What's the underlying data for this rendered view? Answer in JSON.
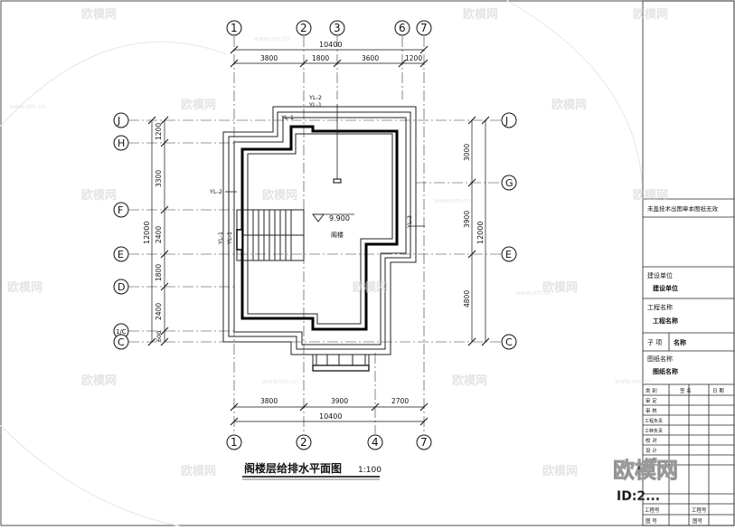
{
  "drawing": {
    "title": "阁楼层给排水平面图",
    "scale": "1:100",
    "room_label": "阁楼",
    "elevation": "9.900"
  },
  "axes_top": [
    "1",
    "2",
    "3",
    "6",
    "7"
  ],
  "axes_bottom": [
    "1",
    "2",
    "4",
    "7"
  ],
  "axes_left": [
    "J",
    "H",
    "F",
    "E",
    "D",
    "1/C",
    "C"
  ],
  "axes_right": [
    "J",
    "G",
    "E",
    "C"
  ],
  "dims_top": {
    "total": "10400",
    "segments": [
      "3800",
      "1800",
      "3600",
      "1200"
    ]
  },
  "dims_bottom": {
    "total": "10400",
    "segments": [
      "3800",
      "3900",
      "2700"
    ]
  },
  "dims_left": {
    "total": "12000",
    "segments": [
      "1200",
      "3300",
      "2400",
      "1800",
      "2400",
      "600"
    ]
  },
  "dims_right": {
    "total": "12000",
    "segments": [
      "3000",
      "3900",
      "4800"
    ]
  },
  "pipes": [
    "YL-2",
    "YL-1",
    "YL-1",
    "YL-2",
    "YL-3",
    "YL-1",
    "YL-1"
  ],
  "title_block": {
    "note": "未盖技术出图章本图纸无效",
    "build_unit_label": "建设单位",
    "build_unit_value": "建设单位",
    "project_name_label": "工程名称",
    "project_name_value": "工程名称",
    "sub_item_label": "子 项",
    "sub_item_value": "名称",
    "drawing_name_label": "图纸名称",
    "drawing_name_value": "图纸名称",
    "sign_header": [
      "类 别",
      "签 名",
      "日 期"
    ],
    "sign_rows": [
      "审 定",
      "审 核",
      "工程负责",
      "工种负责",
      "校 对",
      "设 计",
      "制 图"
    ],
    "bottom_labels": [
      "工程号",
      "工程号",
      "图 号",
      "图号"
    ]
  },
  "watermark": {
    "brand": "欧模网",
    "site": "www.om.cn",
    "id_text": "ID:2... "
  }
}
